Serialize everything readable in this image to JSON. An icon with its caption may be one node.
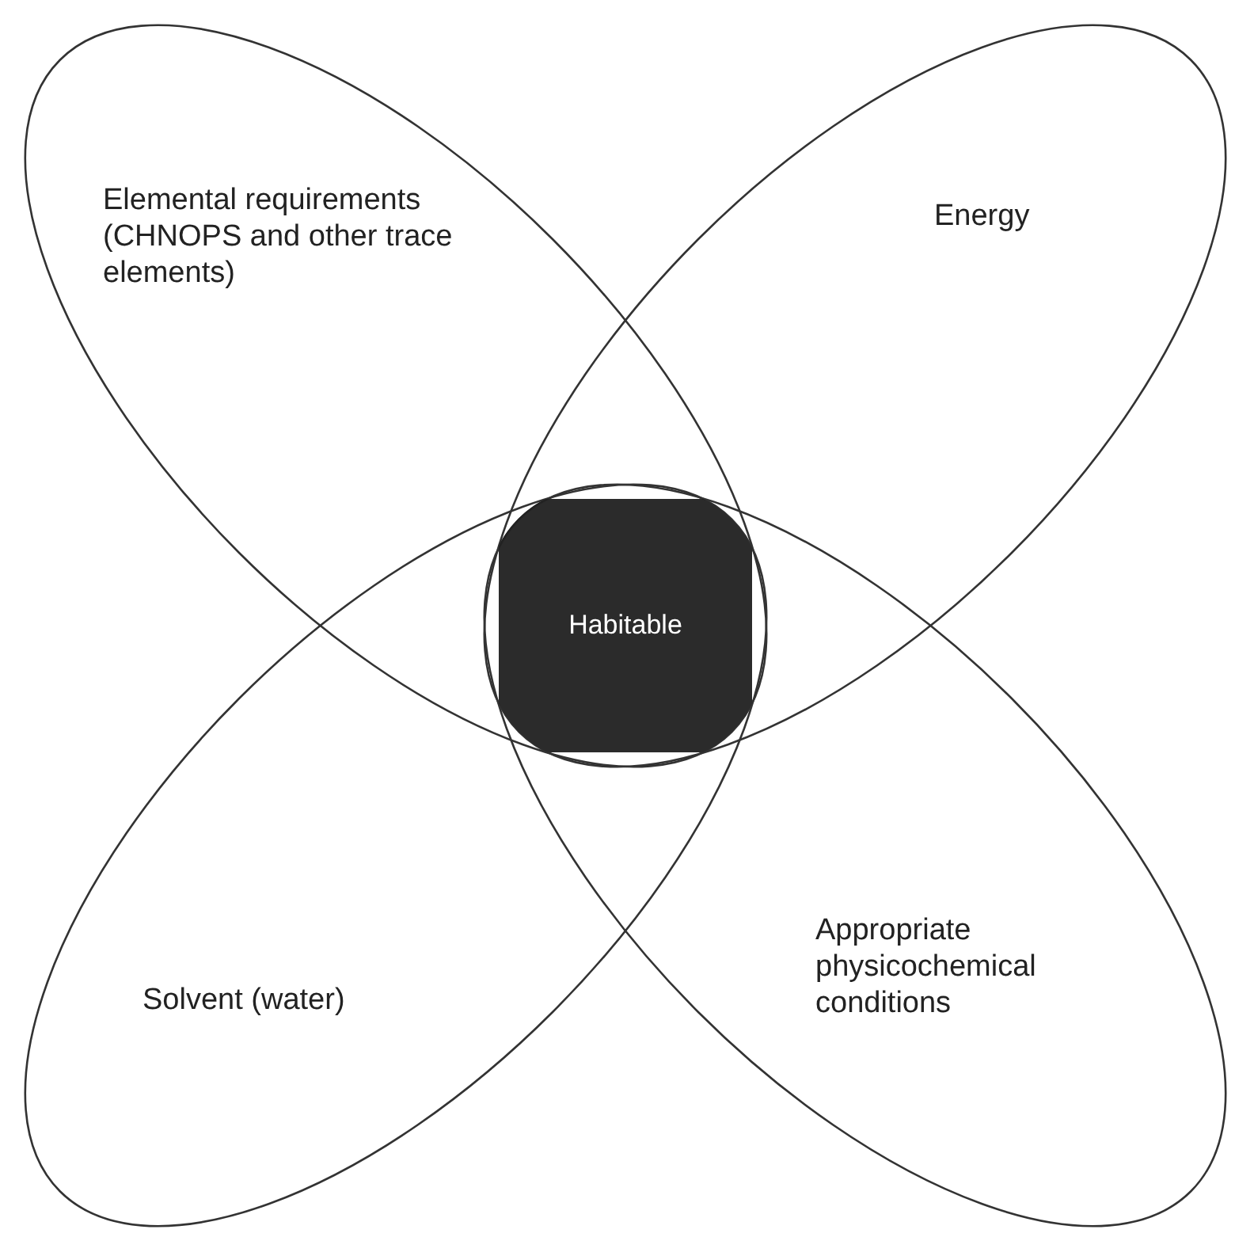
{
  "diagram": {
    "nodes": [
      {
        "text": [
          "Elemental requirements (CHNOPS and other trace elements)"
        ]
      },
      {
        "text": [
          "Energy"
        ]
      },
      {
        "text": [
          "Solvent (water)"
        ]
      },
      {
        "text": [
          "Appropriate physicochemical conditions"
        ]
      },
      {
        "text": [
          "Habitable"
        ]
      }
    ]
  }
}
